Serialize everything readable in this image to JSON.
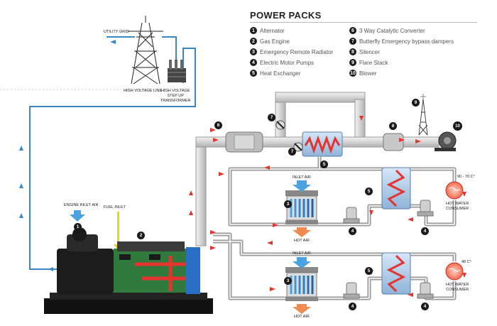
{
  "legend": {
    "title": "POWER PACKS",
    "items": [
      {
        "num": "1",
        "label": "Alternator"
      },
      {
        "num": "2",
        "label": "Gas Engine"
      },
      {
        "num": "3",
        "label": "Emergency Remote Radiator"
      },
      {
        "num": "4",
        "label": "Electric Motor Pumps"
      },
      {
        "num": "5",
        "label": "Heat Exchanger"
      },
      {
        "num": "6",
        "label": "3 Way Catalytic Converter"
      },
      {
        "num": "7",
        "label": "Butterfly Emergency bypass dampers"
      },
      {
        "num": "8",
        "label": "Silencer"
      },
      {
        "num": "9",
        "label": "Flare Stack"
      },
      {
        "num": "10",
        "label": "Blower"
      }
    ]
  },
  "labels": {
    "utility_grid": "UTILITY GRID",
    "high_voltage_line": "HIGH VOLTAGE LINE",
    "transformer_line1": "HIGH VOLTAGE",
    "transformer_line2": "STEP UP",
    "transformer_line3": "TRANSFORMER",
    "engine_inlet_air": "ENGINE INLET AIR",
    "fuel_inlet": "FUEL INLET",
    "inlet_air_top": "INLET AIR",
    "hot_air_top": "HOT AIR",
    "inlet_air_bottom": "INLET AIR",
    "hot_air_bottom": "HOT AIR",
    "temp_top": "90 - 70 C°",
    "temp_bottom": "48 C°",
    "consumer_top_1": "HOT WATER",
    "consumer_top_2": "CONSUMER",
    "consumer_bottom_1": "HOT WATER",
    "consumer_bottom_2": "CONSUMER"
  },
  "badges": {
    "alternator": "1",
    "engine": "2",
    "radiator_top": "3",
    "radiator_bottom": "3",
    "pump_top_left": "4",
    "pump_top_right": "4",
    "pump_bottom_left": "4",
    "pump_bottom_right": "4",
    "hx_main": "5",
    "hx_top": "5",
    "hx_bottom": "5",
    "catalytic": "6",
    "damper_top": "7",
    "damper_bottom": "7",
    "silencer": "8",
    "flare": "9",
    "blower": "10"
  },
  "colors": {
    "pipe_grey": "#c8c8c8",
    "pipe_outline": "#8a8a8a",
    "electric_blue": "#3b86c6",
    "hot_red": "#e3342f",
    "fuel_yellow": "#e8d21a",
    "engine_green": "#2f7a3c"
  }
}
